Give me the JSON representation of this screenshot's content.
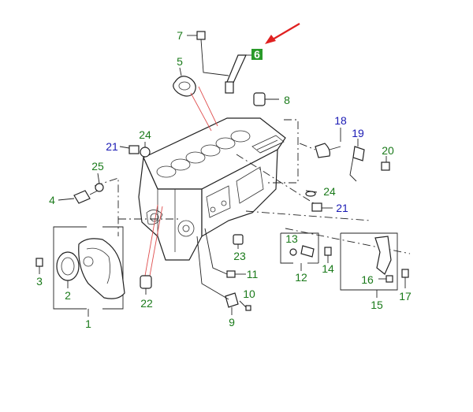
{
  "colors": {
    "label_green": "#1a7a1a",
    "label_blue": "#1a1ab4",
    "highlight_green": "#2a9a2a",
    "arrow_red": "#e02020",
    "line": "#222222",
    "leader_red": "#e05050"
  },
  "callouts": {
    "c1": "1",
    "c2": "2",
    "c3": "3",
    "c4": "4",
    "c5": "5",
    "c6": "6",
    "c7": "7",
    "c8": "8",
    "c9": "9",
    "c10": "10",
    "c11": "11",
    "c12": "12",
    "c13": "13",
    "c14": "14",
    "c15": "15",
    "c16": "16",
    "c17": "17",
    "c18": "18",
    "c19": "19",
    "c20": "20",
    "c21a": "21",
    "c21b": "21",
    "c22": "22",
    "c23": "23",
    "c24a": "24",
    "c24b": "24",
    "c25": "25"
  },
  "highlighted_part": "6",
  "pointer": "red-arrow"
}
